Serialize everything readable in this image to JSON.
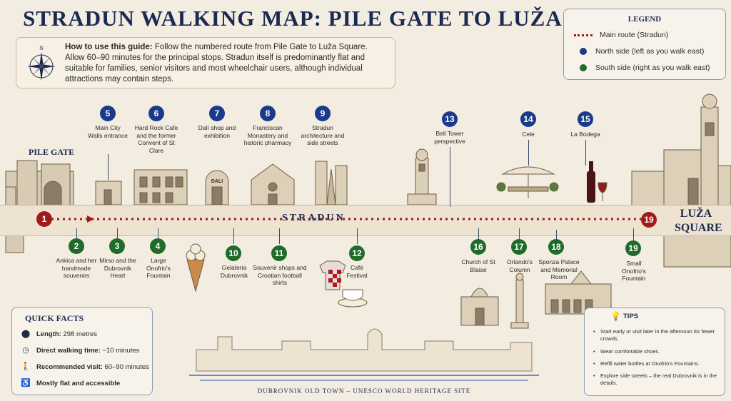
{
  "title": "STRADUN WALKING MAP: PILE GATE TO LUŽA SQUARE",
  "howto": {
    "lead": "How to use this guide:",
    "text": " Follow the numbered route from Pile Gate to Luža Square. Allow 60–90 minutes for the principal stops. Stradun itself is predominantly flat and suitable for families, senior visitors and most wheelchair users, although individual attractions may contain steps.",
    "compass_letter": "N"
  },
  "legend": {
    "title": "LEGEND",
    "items": [
      {
        "label": "Main route (Stradun)"
      },
      {
        "label": "North side (left as you walk east)"
      },
      {
        "label": "South side (right as you walk east)"
      }
    ]
  },
  "colors": {
    "route": "#9e1b1b",
    "north": "#1b3a8a",
    "south": "#1f6b2a"
  },
  "places": {
    "pile_gate": "PILE GATE",
    "street": "STRADUN",
    "luza_line1": "LUŽA",
    "luza_line2": "SQUARE",
    "dali_sign": "DALI"
  },
  "start": {
    "num": "1"
  },
  "end": {
    "num": "19"
  },
  "north_stops": [
    {
      "num": "5",
      "label": "Main City Walls entrance"
    },
    {
      "num": "6",
      "label": "Hard Rock Cafe and the former Convent of St Clare"
    },
    {
      "num": "7",
      "label": "Dalí shop and exhibition"
    },
    {
      "num": "8",
      "label": "Franciscan Monastery and historic pharmacy"
    },
    {
      "num": "9",
      "label": "Stradun architecture and side streets"
    },
    {
      "num": "13",
      "label": "Bell Tower perspective"
    },
    {
      "num": "14",
      "label": "Cele"
    },
    {
      "num": "15",
      "label": "La Bodega"
    }
  ],
  "south_stops": [
    {
      "num": "2",
      "label": "Ankica and her handmade souvenirs"
    },
    {
      "num": "3",
      "label": "Mirso and the Dubrovnik Heart"
    },
    {
      "num": "4",
      "label": "Large Onofrio's Fountain"
    },
    {
      "num": "10",
      "label": "Gelateria Dubrovnik"
    },
    {
      "num": "11",
      "label": "Souvenir shops and Croatian football shirts"
    },
    {
      "num": "12",
      "label": "Café Festival"
    },
    {
      "num": "16",
      "label": "Church of St Blaise"
    },
    {
      "num": "17",
      "label": "Orlando's Column"
    },
    {
      "num": "18",
      "label": "Sponza Palace and Memorial Room"
    },
    {
      "num": "19",
      "label": "Small Onofrio's Fountain"
    }
  ],
  "quick_facts": {
    "title": "QUICK FACTS",
    "items": [
      {
        "icon": "map-pin-icon",
        "label": "Length:",
        "value": " 298 metres"
      },
      {
        "icon": "clock-icon",
        "label": "Direct walking time:",
        "value": " ~10 minutes"
      },
      {
        "icon": "walker-icon",
        "label": "Recommended visit:",
        "value": " 60–90 minutes"
      },
      {
        "icon": "wheelchair-icon",
        "label": "Mostly flat and accessible",
        "value": ""
      }
    ]
  },
  "tips": {
    "title": "TIPS",
    "items": [
      "Start early or visit later in the afternoon for fewer crowds.",
      "Wear comfortable shoes.",
      "Refill water bottles at Onofrio's Fountains.",
      "Explore side streets – the real Dubrovnik is in the details."
    ]
  },
  "footer": "DUBROVNIK OLD TOWN – UNESCO WORLD HERITAGE SITE"
}
